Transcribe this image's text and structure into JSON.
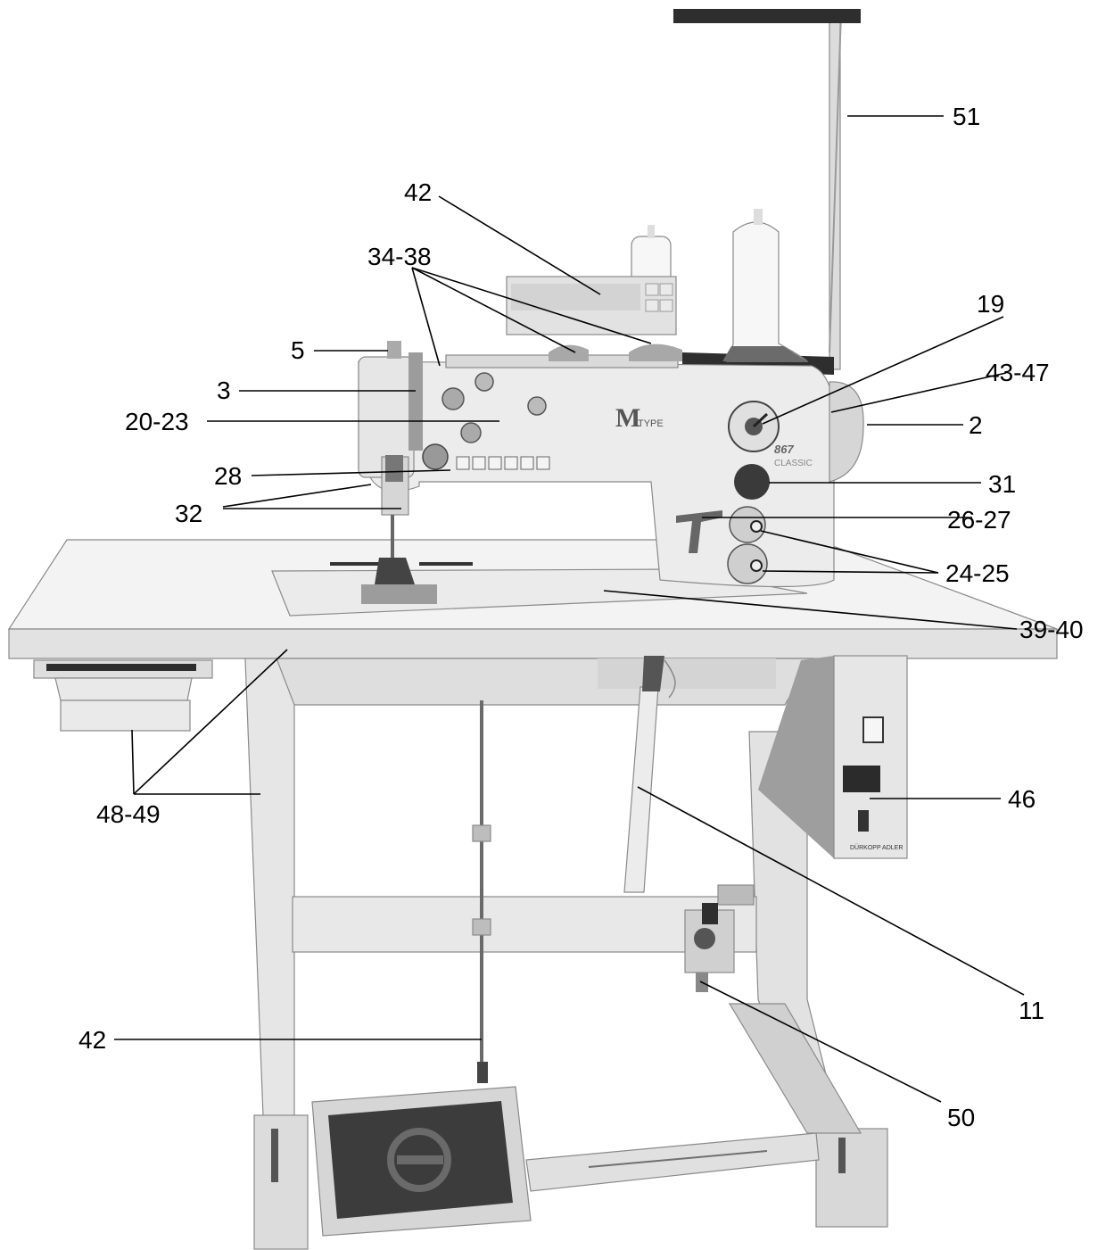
{
  "machine": {
    "brand_logo": "M",
    "brand_suffix": "TYPE",
    "model_number": "867",
    "model_line": "CLASSIC",
    "control_brand": "DÜRKOPP ADLER"
  },
  "callouts": {
    "c51": "51",
    "c42_top": "42",
    "c34_38": "34-38",
    "c19": "19",
    "c5": "5",
    "c43_47": "43-47",
    "c3": "3",
    "c20_23": "20-23",
    "c2": "2",
    "c28": "28",
    "c31": "31",
    "c32": "32",
    "c26_27": "26-27",
    "c24_25": "24-25",
    "c39_40": "39-40",
    "c48_49": "48-49",
    "c46": "46",
    "c11": "11",
    "c42_bottom": "42",
    "c50": "50"
  },
  "colors": {
    "machine_body": "#ececec",
    "table_top": "#f2f2f2",
    "frame": "#e4e4e4",
    "dark_part": "#3a3a3a",
    "line": "#000000"
  }
}
